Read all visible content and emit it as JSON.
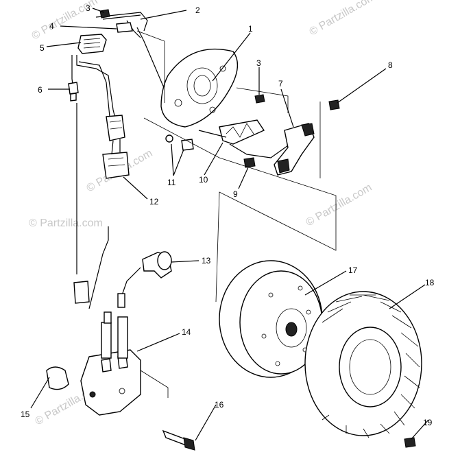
{
  "watermark": "© Partzilla.com",
  "callouts": [
    {
      "id": "c3a",
      "label": "3"
    },
    {
      "id": "c2",
      "label": "2"
    },
    {
      "id": "c4",
      "label": "4"
    },
    {
      "id": "c1",
      "label": "1"
    },
    {
      "id": "c5",
      "label": "5"
    },
    {
      "id": "c3b",
      "label": "3"
    },
    {
      "id": "c8",
      "label": "8"
    },
    {
      "id": "c6",
      "label": "6"
    },
    {
      "id": "c7",
      "label": "7"
    },
    {
      "id": "c11",
      "label": "11"
    },
    {
      "id": "c10",
      "label": "10"
    },
    {
      "id": "c9",
      "label": "9"
    },
    {
      "id": "c12",
      "label": "12"
    },
    {
      "id": "c13",
      "label": "13"
    },
    {
      "id": "c17",
      "label": "17"
    },
    {
      "id": "c18",
      "label": "18"
    },
    {
      "id": "c14",
      "label": "14"
    },
    {
      "id": "c15",
      "label": "15"
    },
    {
      "id": "c16",
      "label": "16"
    },
    {
      "id": "c19",
      "label": "19"
    }
  ]
}
